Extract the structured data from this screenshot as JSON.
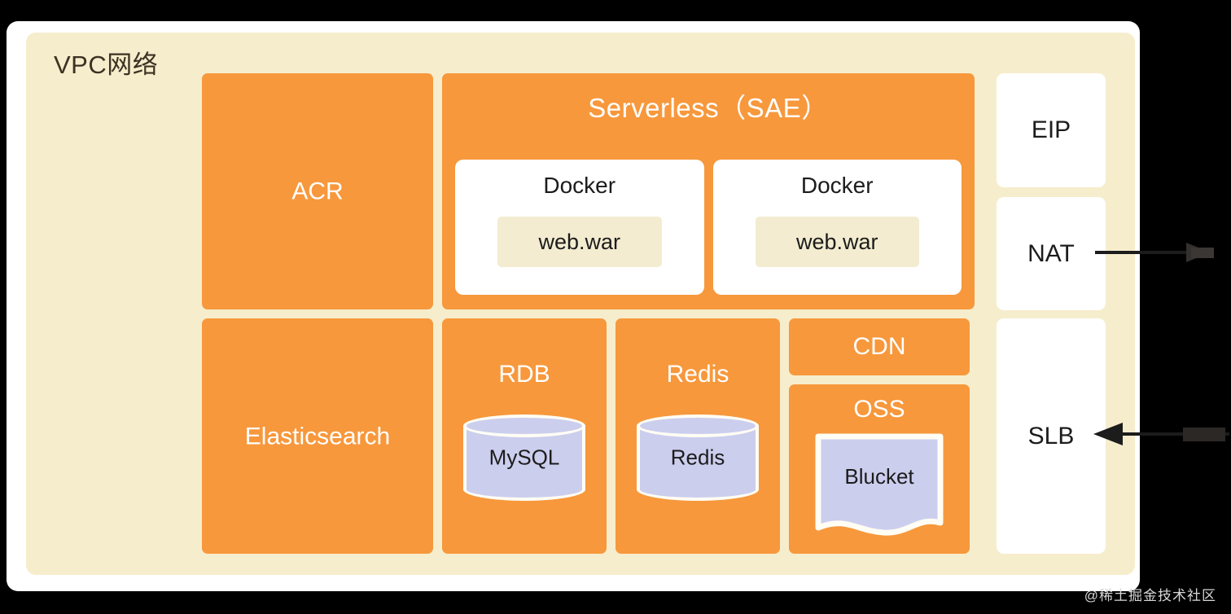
{
  "diagram": {
    "title": "VPC网络",
    "watermark": "@稀土掘金技术社区",
    "colors": {
      "panel_bg": "#f6edcc",
      "service_orange": "#f7983c",
      "box_white": "#ffffff",
      "cylinder_lavender": "#ccceee",
      "chip_cream": "#f3ecd0",
      "canvas_black": "#000000",
      "text_dark": "#1c1c1c",
      "title_dark": "#3c3223"
    }
  },
  "top_row": {
    "acr": {
      "label": "ACR"
    },
    "sae": {
      "title": "Serverless（SAE）",
      "containers": [
        {
          "label": "Docker",
          "artifact": "web.war"
        },
        {
          "label": "Docker",
          "artifact": "web.war"
        }
      ]
    }
  },
  "bottom_row": {
    "elasticsearch": {
      "label": "Elasticsearch"
    },
    "rdb": {
      "label": "RDB",
      "store": "MySQL"
    },
    "redis": {
      "label": "Redis",
      "store": "Redis"
    },
    "cdn": {
      "label": "CDN"
    },
    "oss": {
      "label": "OSS",
      "store": "Blucket"
    }
  },
  "network_column": {
    "eip": {
      "label": "EIP"
    },
    "nat": {
      "label": "NAT"
    },
    "slb": {
      "label": "SLB"
    }
  },
  "connectors": [
    {
      "name": "nat-egress",
      "direction": "outbound-right"
    },
    {
      "name": "slb-ingress",
      "direction": "inbound-left"
    }
  ]
}
